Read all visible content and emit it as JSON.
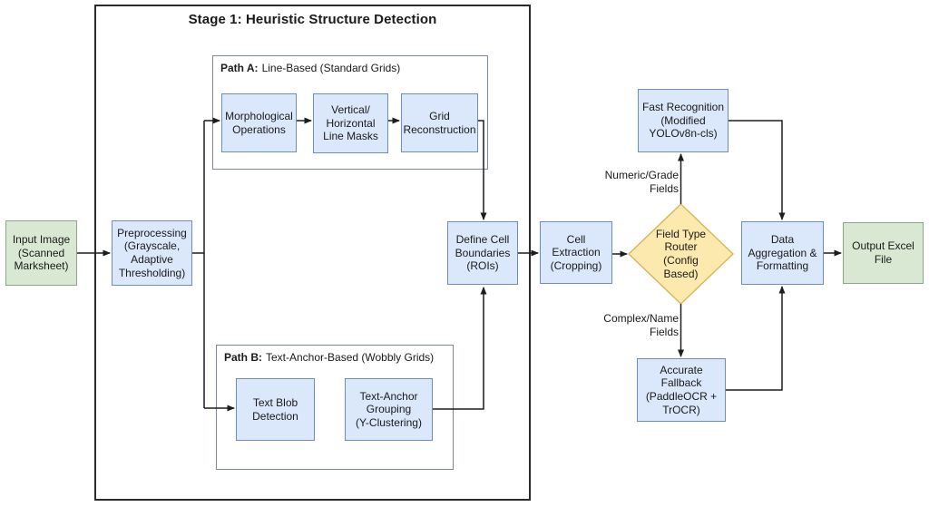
{
  "diagram": {
    "stage1_title": "Stage 1: Heuristic Structure Detection",
    "path_a": {
      "prefix": "Path A:",
      "label": "Line-Based (Standard Grids)"
    },
    "path_b": {
      "prefix": "Path B:",
      "label": "Text-Anchor-Based (Wobbly Grids)"
    },
    "nodes": {
      "input_image": {
        "lines": [
          "Input Image",
          "(Scanned",
          "Marksheet)"
        ]
      },
      "preprocessing": {
        "lines": [
          "Preprocessing",
          "(Grayscale,",
          "Adaptive",
          "Thresholding)"
        ]
      },
      "morphological": {
        "lines": [
          "Morphological",
          "Operations"
        ]
      },
      "line_masks": {
        "lines": [
          "Vertical/",
          "Horizontal",
          "Line Masks"
        ]
      },
      "grid_reconstruction": {
        "lines": [
          "Grid",
          "Reconstruction"
        ]
      },
      "text_blob": {
        "lines": [
          "Text Blob",
          "Detection"
        ]
      },
      "text_anchor": {
        "lines": [
          "Text-Anchor",
          "Grouping",
          "(Y-Clustering)"
        ]
      },
      "define_cell": {
        "lines": [
          "Define Cell",
          "Boundaries",
          "(ROIs)"
        ]
      },
      "cell_extraction": {
        "lines": [
          "Cell",
          "Extraction",
          "(Cropping)"
        ]
      },
      "field_router": {
        "lines": [
          "Field Type",
          "Router",
          "(Config",
          "Based)"
        ]
      },
      "fast_recognition": {
        "lines": [
          "Fast Recognition",
          "(Modified",
          "YOLOv8n-cls)"
        ]
      },
      "accurate_fallback": {
        "lines": [
          "Accurate",
          "Fallback",
          "(PaddleOCR +",
          "TrOCR)"
        ]
      },
      "data_aggregation": {
        "lines": [
          "Data",
          "Aggregation &",
          "Formatting"
        ]
      },
      "output_excel": {
        "lines": [
          "Output Excel",
          "File"
        ]
      }
    },
    "edge_labels": {
      "numeric_grade": {
        "lines": [
          "Numeric/Grade",
          "Fields"
        ]
      },
      "complex_name": {
        "lines": [
          "Complex/Name",
          "Fields"
        ]
      }
    },
    "colors": {
      "process_fill": "#dbe8fb",
      "process_stroke": "#6c8ebf",
      "io_fill": "#d9e8d2",
      "io_stroke": "#89a886",
      "decision_fill": "#fbe9ae",
      "decision_stroke": "#d6b656",
      "connector": "#1d1d1d"
    }
  }
}
